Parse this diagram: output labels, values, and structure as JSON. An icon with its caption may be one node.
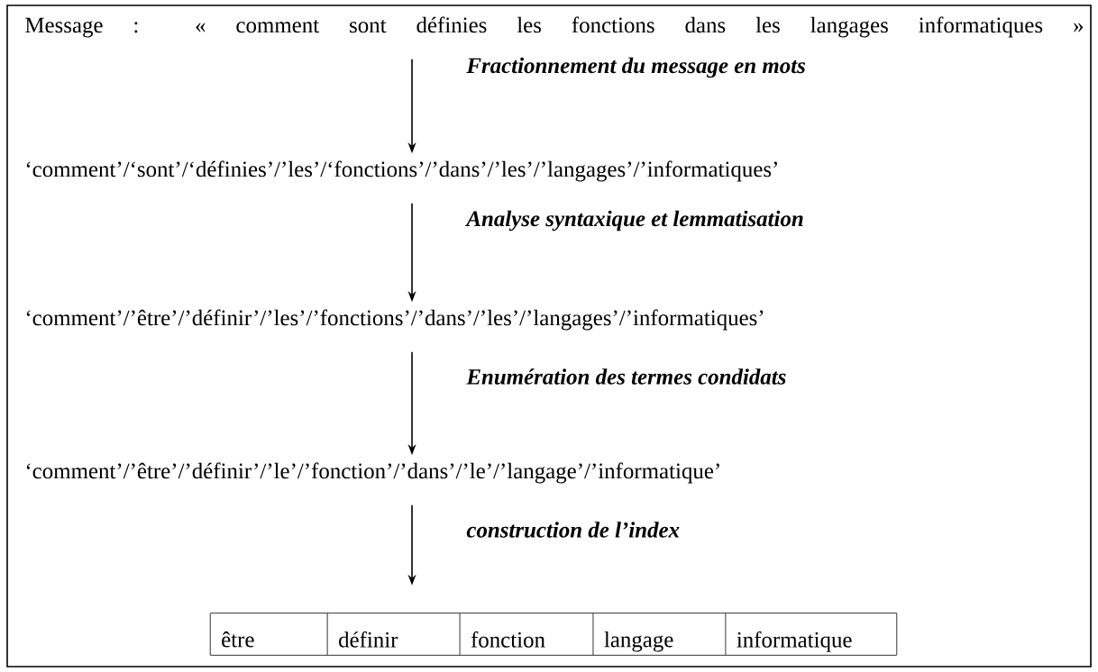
{
  "diagram": {
    "nodes": [
      {
        "text": [
          "Message : « comment sont définies les fonctions dans les langages informatiques »"
        ]
      },
      {
        "text": [
          "‘comment’/‘sont’/‘définies’/’les’/‘fonctions’/’dans’/’les’/’langages’/’informatiques’"
        ]
      },
      {
        "text": [
          "‘comment’/’être’/’définir’/’les’/’fonctions’/’dans’/’les’/’langages’/’informatiques’"
        ]
      },
      {
        "text": [
          "‘comment’/’être’/’définir’/’le’/’fonction’/’dans’/’le’/’langage’/’informatique’"
        ]
      },
      {
        "text": [
          "être",
          "définir",
          "fonction",
          "langage",
          "informatique"
        ]
      }
    ],
    "edges": [
      {
        "from": 0,
        "to": 1,
        "arrow": "to",
        "label": "Fractionnement du message en mots"
      },
      {
        "from": 1,
        "to": 2,
        "arrow": "to",
        "label": "Analyse syntaxique et lemmatisation"
      },
      {
        "from": 2,
        "to": 3,
        "arrow": "to",
        "label": "Enumération des termes condidats"
      },
      {
        "from": 3,
        "to": 4,
        "arrow": "to",
        "label": "construction de l’index"
      }
    ]
  }
}
